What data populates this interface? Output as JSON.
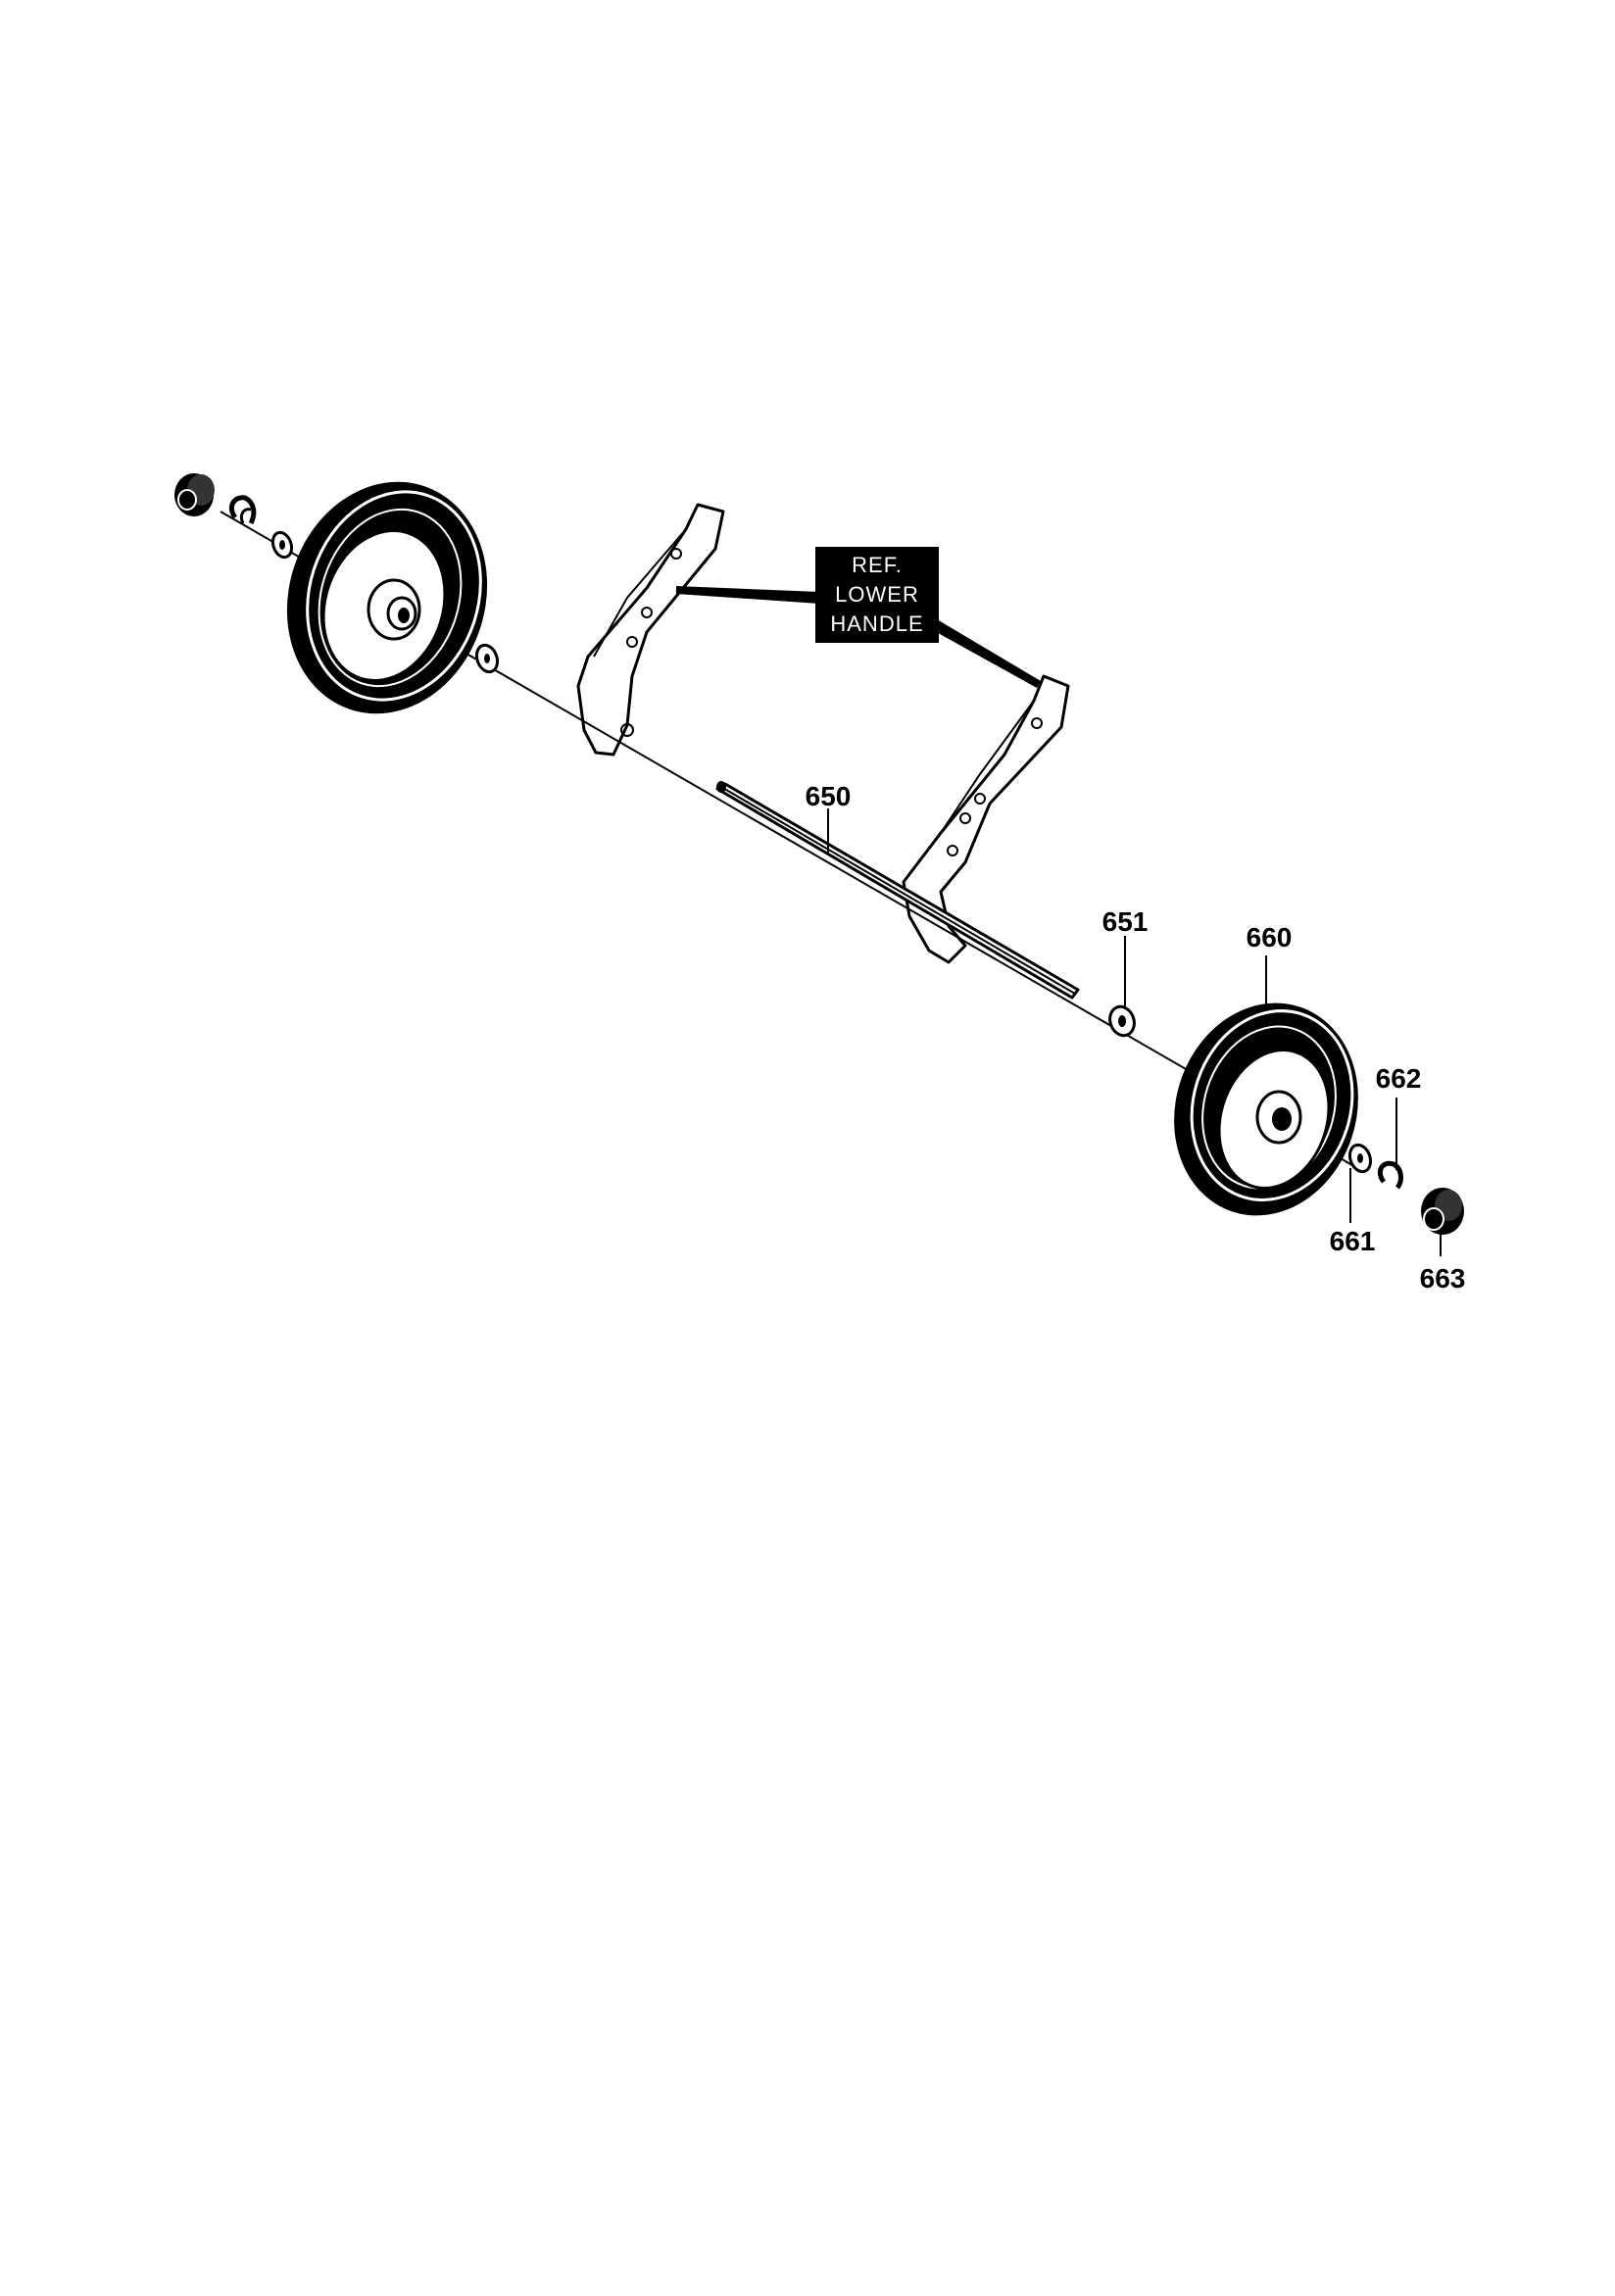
{
  "diagram": {
    "ref_note": [
      "REF.",
      "LOWER",
      "HANDLE"
    ],
    "parts": {
      "axle": "650",
      "axle_washer": "651",
      "wheel": "660",
      "washer": "661",
      "retainer": "662",
      "hub_cap": "663"
    }
  }
}
